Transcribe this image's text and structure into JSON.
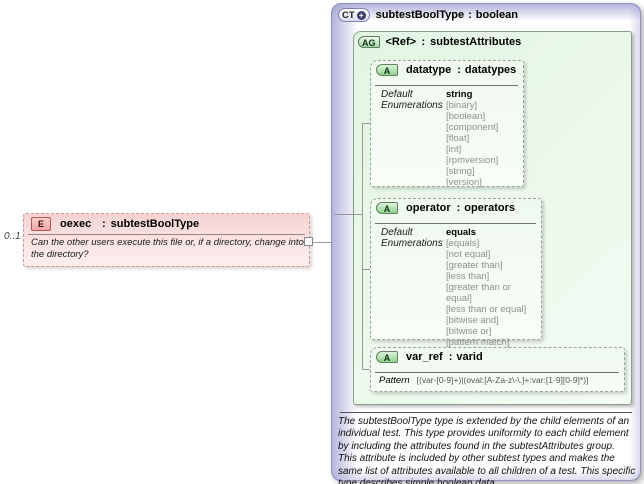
{
  "ui": {
    "colon": ":",
    "plus": "+"
  },
  "element_box": {
    "cardinality": "0..1",
    "badge": "E",
    "name": "oexec",
    "type": "subtestBoolType",
    "annotation": "Can the other users execute this file or, if a directory, change into the directory?"
  },
  "complex_type": {
    "badge": "CT",
    "name": "subtestBoolType",
    "base_type": "boolean",
    "description": "The subtestBoolType type is extended by the child elements of an individual test.  This type provides uniformity to each child element by including the attributes found in the subtestAttributes group.  This attribute is included by other subtest types and makes the same list of attributes available to all children of a test.  This specific type describes simple boolean data."
  },
  "attribute_group": {
    "badge": "AG",
    "name": "<Ref>",
    "type": "subtestAttributes",
    "attributes": [
      {
        "badge": "A",
        "name": "datatype",
        "type": "datatypes",
        "facets": [
          {
            "label": "Default",
            "value": "string"
          },
          {
            "label": "Enumerations",
            "values": [
              "[binary]",
              "[boolean]",
              "[component]",
              "[float]",
              "[int]",
              "[rpmversion]",
              "[string]",
              "[version]"
            ]
          }
        ]
      },
      {
        "badge": "A",
        "name": "operator",
        "type": "operators",
        "facets": [
          {
            "label": "Default",
            "value": "equals"
          },
          {
            "label": "Enumerations",
            "values": [
              "[equals]",
              "[not equal]",
              "[greater than]",
              "[less than]",
              "[greater than or equal]",
              "[less than or equal]",
              "[bitwise and]",
              "[bitwise or]",
              "[pattern match]"
            ]
          }
        ]
      },
      {
        "badge": "A",
        "name": "var_ref",
        "type": "varid",
        "facets": [
          {
            "label": "Pattern",
            "value": "[(var-[0-9]+)|(oval:[A-Za-z\\-\\.]+:var:[1-9][0-9]*)]"
          }
        ]
      }
    ]
  },
  "colors": {
    "element_fill": "#f8dada",
    "element_border": "#c79c9c",
    "group_fill": "#e8f7e8",
    "group_border": "#88a088",
    "panel_border": "#9191c1",
    "panel_glow": "#a8a8d8",
    "enumeration_text": "#8f8f8f",
    "connector": "#999999"
  }
}
